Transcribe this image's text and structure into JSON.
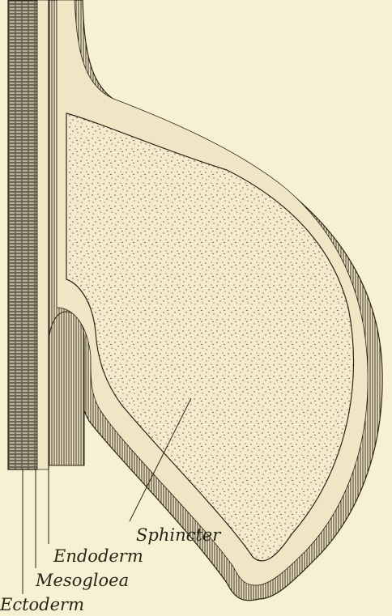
{
  "figure": {
    "labels": {
      "sphincter": "Sphincter",
      "endoderm": "Endoderm",
      "mesogloea": "Mesogloea",
      "ectoderm": "Ectoderm"
    },
    "colors": {
      "background": "#f8f0d2",
      "ink": "#2a2418",
      "tissue_fill": "#efe6c6"
    }
  }
}
